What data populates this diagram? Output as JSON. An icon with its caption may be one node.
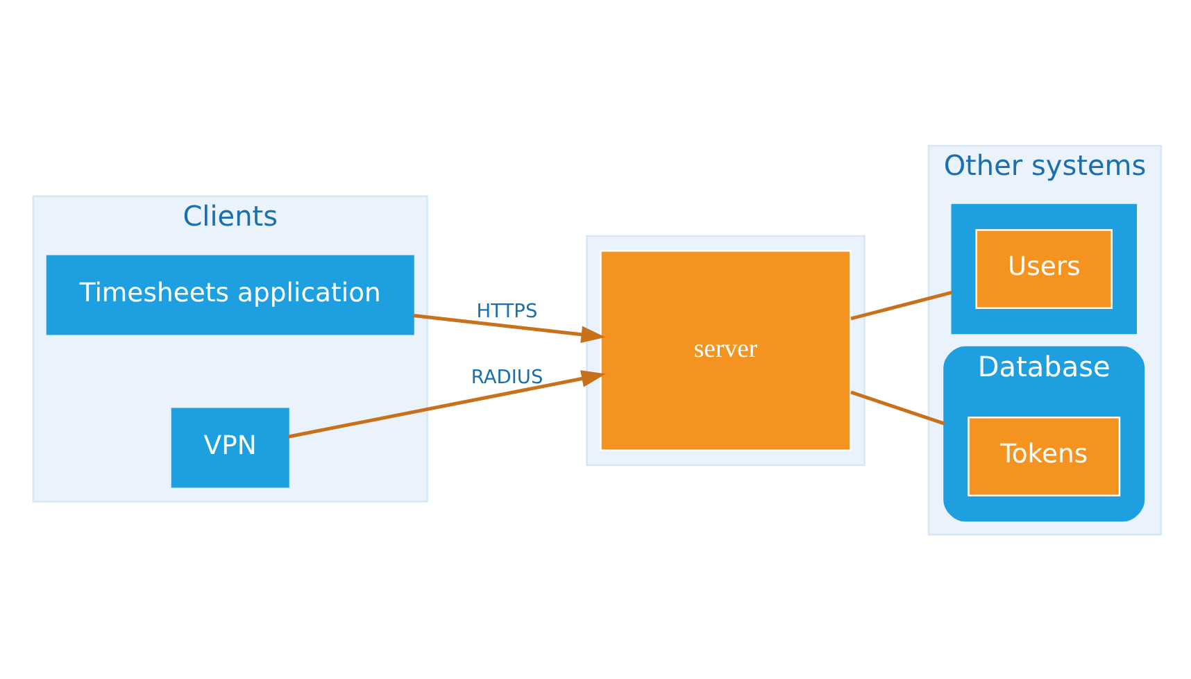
{
  "diagram": {
    "nodes": [
      {
        "text": [
          "Clients"
        ]
      },
      {
        "text": [],
        "shape": "band"
      },
      {
        "text": [
          "Other systems"
        ]
      },
      {
        "text": [
          "Timesheets application"
        ],
        "in": 0
      },
      {
        "text": [
          "VPN"
        ],
        "in": 0
      },
      {
        "text": [
          "server"
        ],
        "in": 1
      },
      {
        "text": [],
        "shape": "triangle",
        "in": 2
      },
      {
        "text": [
          "Users"
        ],
        "in": 6
      },
      {
        "text": [
          "Database"
        ],
        "in": 2
      },
      {
        "text": [
          "Tokens"
        ],
        "in": 8
      }
    ],
    "edges": [
      {
        "from": 3,
        "to": 5,
        "arrow": "to",
        "label": "HTTPS"
      },
      {
        "from": 4,
        "to": 5,
        "arrow": "to",
        "label": "RADIUS"
      },
      {
        "from": 5,
        "to": 6,
        "arrow": "none"
      },
      {
        "from": 5,
        "to": 8,
        "arrow": "none"
      }
    ]
  }
}
